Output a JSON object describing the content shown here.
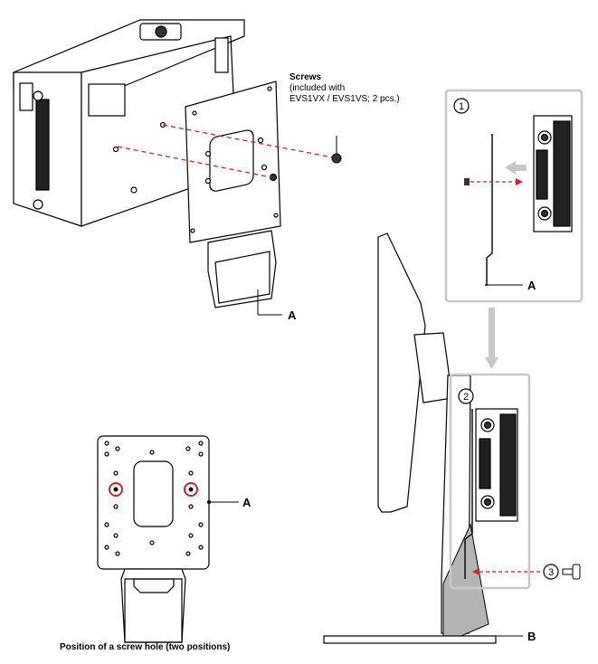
{
  "screws": {
    "title": "Screws",
    "line1": "(included with",
    "line2": "EVS1VX / EVS1VS; 2 pcs.)"
  },
  "labels": {
    "a_top": "A",
    "a_step1": "A",
    "a_plate": "A",
    "b_stand": "B"
  },
  "steps": {
    "s1": "①",
    "s2": "②",
    "s3": "③"
  },
  "caption": "Position of a screw hole (two positions)",
  "colors": {
    "highlight": "#d31f26",
    "arrow_gray": "#c8c8c8",
    "stand_gray": "#b4b4b4",
    "box_border": "#c8c8c8"
  }
}
